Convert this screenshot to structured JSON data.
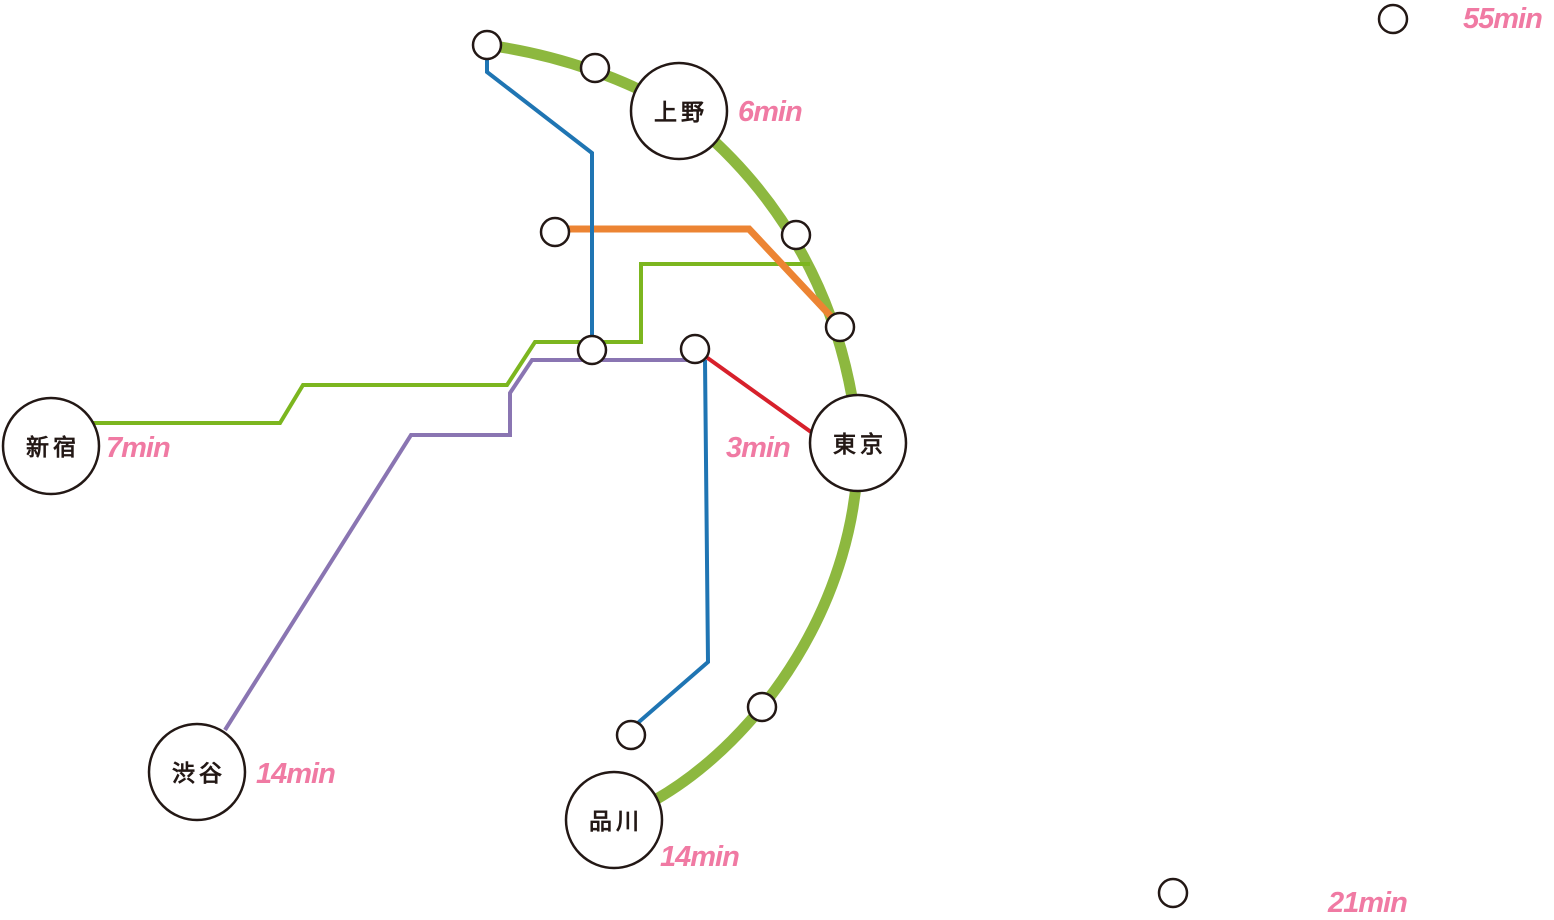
{
  "colors": {
    "yamanote": "#8db83f",
    "chuo_green": "#7cb61f",
    "orange": "#ec8433",
    "blue": "#1f75b3",
    "purple": "#8a75b2",
    "red": "#d7202b",
    "time_label": "#f07aa3",
    "station_border": "#231815"
  },
  "stations": {
    "ueno": {
      "name": "上野",
      "time": "6min"
    },
    "tokyo": {
      "name": "東京",
      "time": "3min"
    },
    "shinjuku": {
      "name": "新宿",
      "time": "7min"
    },
    "shibuya": {
      "name": "渋谷",
      "time": "14min"
    },
    "shinagawa": {
      "name": "品川",
      "time": "14min"
    }
  },
  "remote": {
    "top_right": {
      "time": "55min"
    },
    "bottom_right": {
      "time": "21min"
    }
  }
}
